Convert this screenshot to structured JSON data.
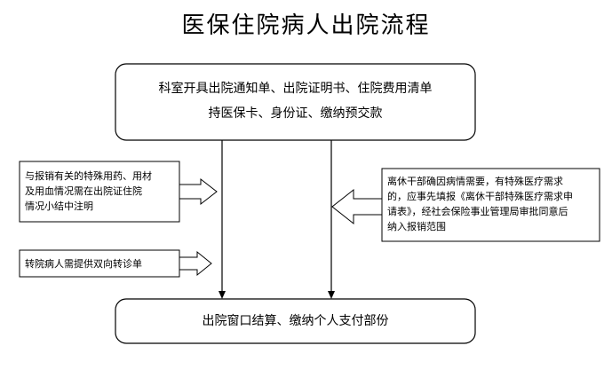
{
  "title": "医保住院病人出院流程",
  "top_box": {
    "line1": "科室开具出院通知单、出院证明书、住院费用清单",
    "line2": "持医保卡、身份证、缴纳预交款"
  },
  "bottom_box": {
    "text": "出院窗口结算、缴纳个人支付部份"
  },
  "left_notes": [
    {
      "lines": [
        "与报销有关的特殊用药、用材",
        "及用血情况需在出院证住院",
        "情况小结中注明"
      ]
    },
    {
      "lines": [
        "转院病人需提供双向转诊单"
      ]
    }
  ],
  "right_note": {
    "lines": [
      "离休干部确因病情需要，有特殊医疗需求",
      "的，应事先填报《离休干部特殊医疗需求申",
      "请表》，经社会保险事业管理局审批同意后",
      "纳入报销范围"
    ]
  },
  "colors": {
    "stroke": "#000000",
    "background": "#ffffff"
  }
}
